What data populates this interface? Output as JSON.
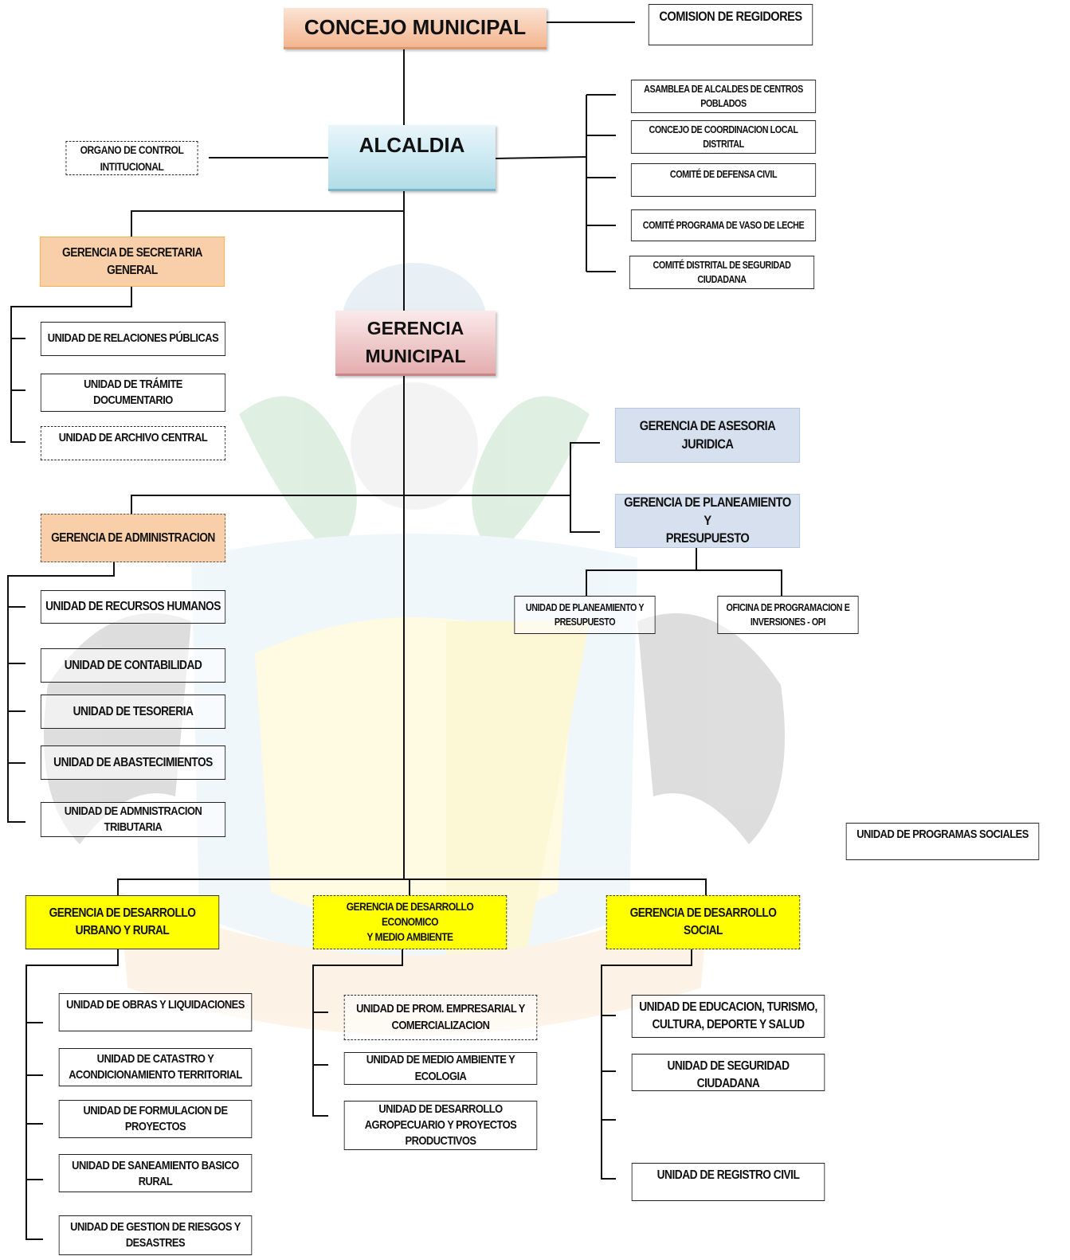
{
  "org_chart": {
    "concejo": "CONCEJO MUNICIPAL",
    "comision": "COMISION DE REGIDORES",
    "alcaldia": "ALCALDIA",
    "organo_control": [
      "ORGANO DE CONTROL",
      "INTITUCIONAL"
    ],
    "comites": [
      [
        "ASAMBLEA DE ALCALDES DE CENTROS",
        "POBLADOS"
      ],
      [
        "CONCEJO DE COORDINACION LOCAL",
        "DISTRITAL"
      ],
      [
        "COMITÉ DE DEFENSA CIVIL"
      ],
      [
        "COMITÉ PROGRAMA DE VASO DE LECHE"
      ],
      [
        "COMITÉ DISTRITAL DE SEGURIDAD",
        "CIUDADANA"
      ]
    ],
    "secretaria": [
      "GERENCIA DE SECRETARIA",
      "GENERAL"
    ],
    "secretaria_unidades": [
      [
        "UNIDAD DE RELACIONES PÚBLICAS"
      ],
      [
        "UNIDAD DE TRÁMITE DOCUMENTARIO"
      ],
      [
        "UNIDAD DE ARCHIVO CENTRAL"
      ]
    ],
    "gerencia_municipal": [
      "GERENCIA",
      "MUNICIPAL"
    ],
    "asesoria": [
      "GERENCIA DE ASESORIA",
      "JURIDICA"
    ],
    "planeamiento": [
      "GERENCIA DE PLANEAMIENTO Y",
      "PRESUPUESTO"
    ],
    "planeamiento_unidades": [
      [
        "UNIDAD DE PLANEAMIENTO Y",
        "PRESUPUESTO"
      ],
      [
        "OFICINA DE PROGRAMACION E",
        "INVERSIONES - OPI"
      ]
    ],
    "administracion": [
      "GERENCIA DE ADMINISTRACION"
    ],
    "administracion_unidades": [
      [
        "UNIDAD DE RECURSOS HUMANOS"
      ],
      [
        "UNIDAD DE CONTABILIDAD"
      ],
      [
        "UNIDAD DE TESORERIA"
      ],
      [
        "UNIDAD DE ABASTECIMIENTOS"
      ],
      [
        "UNIDAD DE ADMNISTRACION",
        "TRIBUTARIA"
      ]
    ],
    "programas_sociales": "UNIDAD DE PROGRAMAS SOCIALES",
    "desarrollo_urbano": [
      "GERENCIA DE DESARROLLO",
      "URBANO Y RURAL"
    ],
    "desarrollo_economico": [
      "GERENCIA DE DESARROLLO ECONOMICO",
      "Y MEDIO AMBIENTE"
    ],
    "desarrollo_social": [
      "GERENCIA DE DESARROLLO SOCIAL"
    ],
    "urbano_unidades": [
      [
        "UNIDAD DE OBRAS Y LIQUIDACIONES"
      ],
      [
        "UNIDAD DE CATASTRO Y",
        "ACONDICIONAMIENTO TERRITORIAL"
      ],
      [
        "UNIDAD DE FORMULACION DE",
        "PROYECTOS"
      ],
      [
        "UNIDAD DE SANEAMIENTO BASICO RURAL"
      ],
      [
        "UNIDAD DE GESTION DE RIESGOS Y",
        "DESASTRES"
      ]
    ],
    "economico_unidades": [
      [
        "UNIDAD DE PROM. EMPRESARIAL Y",
        "COMERCIALIZACION"
      ],
      [
        "UNIDAD DE MEDIO AMBIENTE Y",
        "ECOLOGIA"
      ],
      [
        "UNIDAD DE DESARROLLO",
        "AGROPECUARIO Y PROYECTOS",
        "PRODUCTIVOS"
      ]
    ],
    "social_unidades": [
      [
        "UNIDAD DE EDUCACION, TURISMO,",
        "CULTURA, DEPORTE Y SALUD"
      ],
      [
        "UNIDAD DE SEGURIDAD CIUDADANA"
      ],
      [
        "UNIDAD DE REGISTRO CIVIL"
      ]
    ]
  },
  "colors": {
    "concejo": "#f4b690",
    "alcaldia": "#b2dde9",
    "gerencia_municipal": "#e4adae",
    "secretaria": "#f9cfa9",
    "asesoria": "#d6e0ef",
    "desarrollo": "#ffff00"
  }
}
